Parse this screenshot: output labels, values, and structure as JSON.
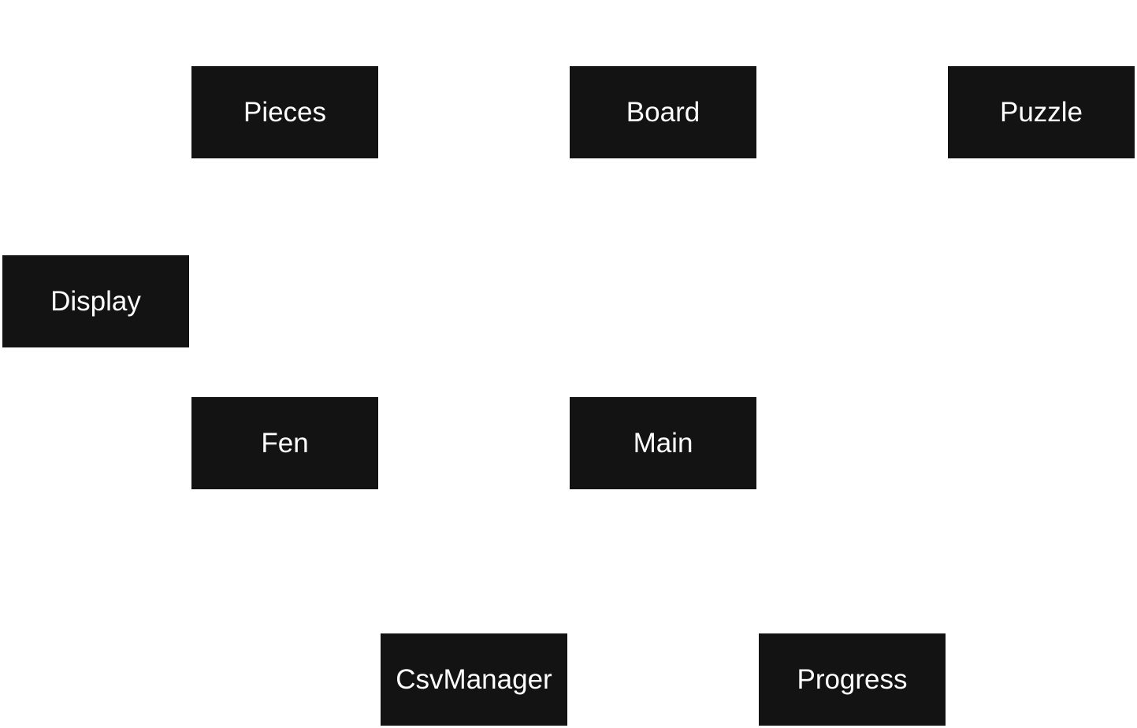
{
  "diagram": {
    "nodes": {
      "pieces": {
        "label": "Pieces"
      },
      "board": {
        "label": "Board"
      },
      "puzzle": {
        "label": "Puzzle"
      },
      "display": {
        "label": "Display"
      },
      "fen": {
        "label": "Fen"
      },
      "main": {
        "label": "Main"
      },
      "csvmanager": {
        "label": "CsvManager"
      },
      "progress": {
        "label": "Progress"
      }
    },
    "colors": {
      "node_fill": "#131313",
      "node_text": "#ffffff",
      "background": "#ffffff"
    }
  }
}
